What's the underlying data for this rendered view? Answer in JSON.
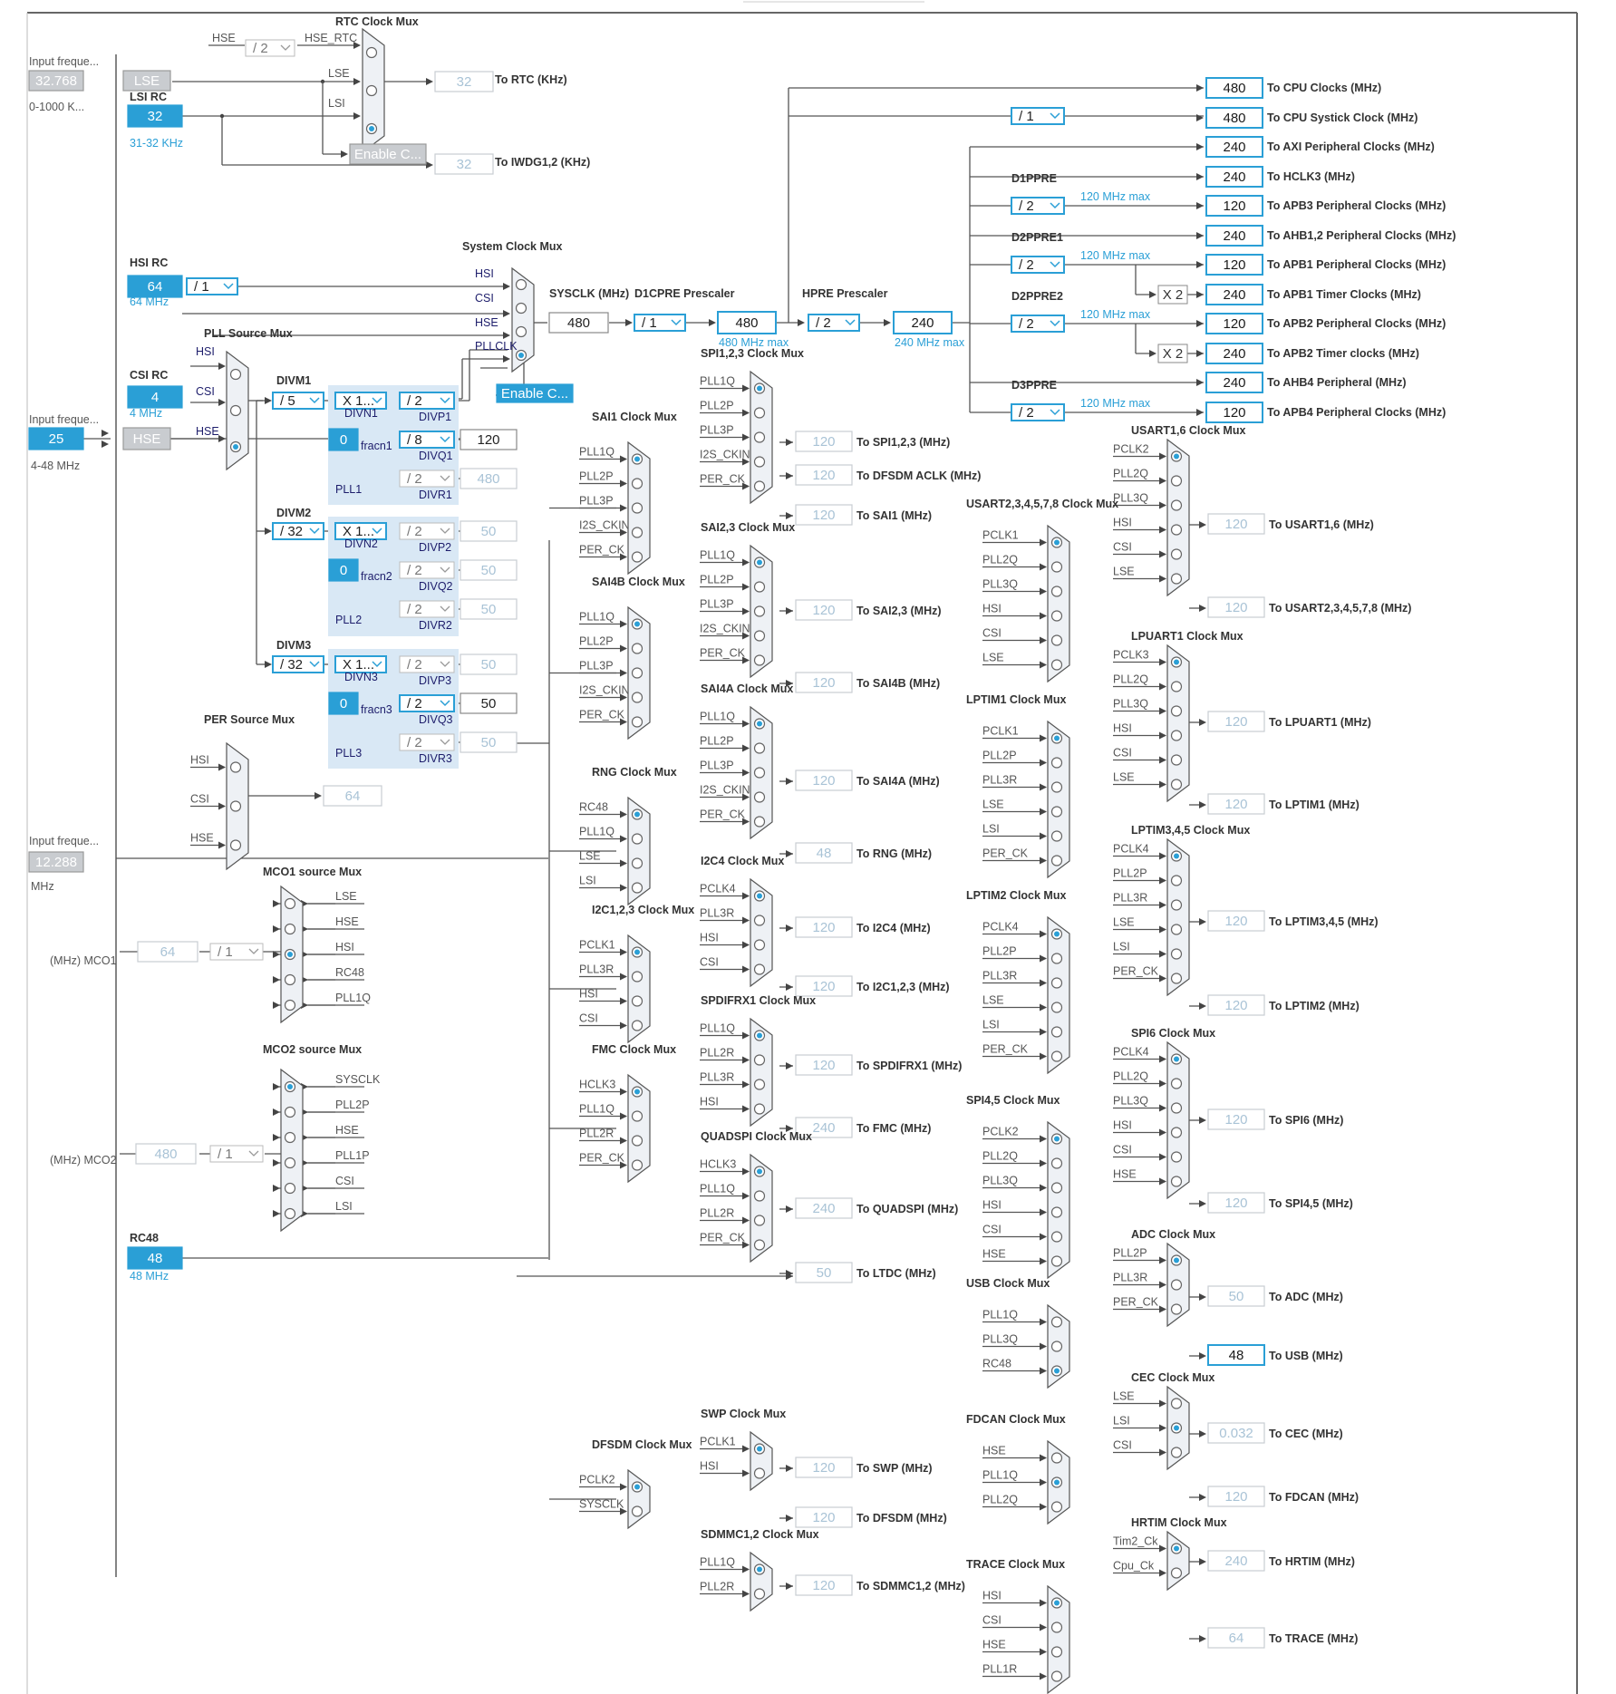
{
  "input_freq": {
    "lse": {
      "label": "Input freque...",
      "value": "32.768",
      "range": "0-1000 K..."
    },
    "hse": {
      "label": "Input freque...",
      "value": "25",
      "range": "4-48 MHz"
    },
    "ext": {
      "label": "Input freque...",
      "value": "12.288",
      "unit": "MHz"
    }
  },
  "osc": {
    "lse": "LSE",
    "lsi": {
      "title": "LSI RC",
      "value": "32",
      "note": "31-32 KHz"
    },
    "hsi": {
      "title": "HSI RC",
      "value": "64",
      "note": "64 MHz",
      "div": "/ 1"
    },
    "csi": {
      "title": "CSI RC",
      "value": "4",
      "note": "4 MHz"
    },
    "hse": "HSE",
    "rc48": {
      "title": "RC48",
      "value": "48",
      "note": "48 MHz"
    }
  },
  "rtc": {
    "title": "RTC Clock Mux",
    "in_hse": "HSE",
    "div": "/ 2",
    "in_hse_rtc": "HSE_RTC",
    "in_lse": "LSE",
    "in_lsi": "LSI",
    "out": "32",
    "dest": "To RTC (KHz)",
    "enable": "Enable C...",
    "iwdg_out": "32",
    "iwdg_dest": "To IWDG1,2 (KHz)"
  },
  "sysmux": {
    "title": "System Clock Mux",
    "inputs": [
      "HSI",
      "CSI",
      "HSE",
      "PLLCLK"
    ],
    "enable": "Enable C..."
  },
  "core": {
    "sysclk_label": "SYSCLK (MHz)",
    "sysclk": "480",
    "d1cpre_label": "D1CPRE Prescaler",
    "d1cpre": "/ 1",
    "d1cpre_out": "480",
    "d1cpre_max": "480 MHz max",
    "hpre_label": "HPRE Prescaler",
    "hpre": "/ 2",
    "hpre_out": "240",
    "hpre_max": "240 MHz max",
    "systick_div": "/ 1"
  },
  "ahb": [
    {
      "value": "480",
      "dest": "To CPU Clocks (MHz)"
    },
    {
      "value": "480",
      "dest": "To CPU Systick Clock (MHz)"
    },
    {
      "value": "240",
      "dest": "To AXI Peripheral Clocks (MHz)"
    },
    {
      "value": "240",
      "dest": "To HCLK3 (MHz)"
    },
    {
      "value": "120",
      "dest": "To APB3 Peripheral Clocks (MHz)"
    },
    {
      "value": "240",
      "dest": "To AHB1,2 Peripheral Clocks (MHz)"
    },
    {
      "value": "120",
      "dest": "To APB1 Peripheral Clocks (MHz)"
    },
    {
      "value": "240",
      "dest": "To APB1 Timer Clocks (MHz)"
    },
    {
      "value": "120",
      "dest": "To APB2 Peripheral Clocks (MHz)"
    },
    {
      "value": "240",
      "dest": "To APB2 Timer clocks (MHz)"
    },
    {
      "value": "240",
      "dest": "To AHB4 Peripheral (MHz)"
    },
    {
      "value": "120",
      "dest": "To APB4 Peripheral Clocks (MHz)"
    }
  ],
  "apb_pres": [
    {
      "label": "D1PPRE",
      "div": "/ 2",
      "max": "120 MHz max"
    },
    {
      "label": "D2PPRE1",
      "div": "/ 2",
      "max": "120 MHz max"
    },
    {
      "label": "D2PPRE2",
      "div": "/ 2",
      "max": "120 MHz max"
    },
    {
      "label": "D3PPRE",
      "div": "/ 2",
      "max": "120 MHz max"
    }
  ],
  "x2": "X 2",
  "pll": {
    "src_title": "PLL Source Mux",
    "src_inputs": [
      "HSI",
      "CSI",
      "HSE"
    ],
    "p1": {
      "divm_label": "DIVM1",
      "divm": "/ 5",
      "mul": "X 1...",
      "divn": "DIVN1",
      "frac": "0",
      "frac_label": "fracn1",
      "name": "PLL1",
      "p": "/ 2",
      "p_lbl": "DIVP1",
      "q": "/ 8",
      "q_lbl": "DIVQ1",
      "q_out": "120",
      "r": "/ 2",
      "r_lbl": "DIVR1",
      "r_out": "480"
    },
    "p2": {
      "divm_label": "DIVM2",
      "divm": "/ 32",
      "mul": "X 1...",
      "divn": "DIVN2",
      "frac": "0",
      "frac_label": "fracn2",
      "name": "PLL2",
      "p": "/ 2",
      "p_lbl": "DIVP2",
      "p_out": "50",
      "q": "/ 2",
      "q_lbl": "DIVQ2",
      "q_out": "50",
      "r": "/ 2",
      "r_lbl": "DIVR2",
      "r_out": "50"
    },
    "p3": {
      "divm_label": "DIVM3",
      "divm": "/ 32",
      "mul": "X 1...",
      "divn": "DIVN3",
      "frac": "0",
      "frac_label": "fracn3",
      "name": "PLL3",
      "p": "/ 2",
      "p_lbl": "DIVP3",
      "p_out": "50",
      "q": "/ 2",
      "q_lbl": "DIVQ3",
      "q_out": "50",
      "r": "/ 2",
      "r_lbl": "DIVR3",
      "r_out": "50"
    }
  },
  "per": {
    "title": "PER Source Mux",
    "inputs": [
      "HSI",
      "CSI",
      "HSE"
    ],
    "out": "64"
  },
  "mco1": {
    "title": "MCO1 source Mux",
    "inputs": [
      "LSE",
      "HSE",
      "HSI",
      "RC48",
      "PLL1Q"
    ],
    "div": "/ 1",
    "out": "64",
    "label": "(MHz) MCO1"
  },
  "mco2": {
    "title": "MCO2 source Mux",
    "inputs": [
      "SYSCLK",
      "PLL2P",
      "HSE",
      "PLL1P",
      "CSI",
      "LSI"
    ],
    "div": "/ 1",
    "out": "480",
    "label": "(MHz) MCO2"
  },
  "mid_muxes": [
    {
      "title": "SAI1 Clock Mux",
      "inputs": [
        "PLL1Q",
        "PLL2P",
        "PLL3P",
        "I2S_CKIN",
        "PER_CK"
      ]
    },
    {
      "title": "SAI4B Clock Mux",
      "inputs": [
        "PLL1Q",
        "PLL2P",
        "PLL3P",
        "I2S_CKIN",
        "PER_CK"
      ]
    },
    {
      "title": "RNG Clock Mux",
      "inputs": [
        "RC48",
        "PLL1Q",
        "LSE",
        "LSI"
      ]
    },
    {
      "title": "I2C1,2,3 Clock Mux",
      "inputs": [
        "PCLK1",
        "PLL3R",
        "HSI",
        "CSI"
      ]
    },
    {
      "title": "FMC Clock Mux",
      "inputs": [
        "HCLK3",
        "PLL1Q",
        "PLL2R",
        "PER_CK"
      ]
    },
    {
      "title": "DFSDM Clock Mux",
      "inputs": [
        "PCLK2",
        "SYSCLK"
      ]
    }
  ],
  "col2_muxes": [
    {
      "title": "SPI1,2,3 Clock Mux",
      "inputs": [
        "PLL1Q",
        "PLL2P",
        "PLL3P",
        "I2S_CKIN",
        "PER_CK"
      ]
    },
    {
      "title": "SAI2,3 Clock Mux",
      "inputs": [
        "PLL1Q",
        "PLL2P",
        "PLL3P",
        "I2S_CKIN",
        "PER_CK"
      ]
    },
    {
      "title": "SAI4A Clock Mux",
      "inputs": [
        "PLL1Q",
        "PLL2P",
        "PLL3P",
        "I2S_CKIN",
        "PER_CK"
      ]
    },
    {
      "title": "I2C4 Clock Mux",
      "inputs": [
        "PCLK4",
        "PLL3R",
        "HSI",
        "CSI"
      ]
    },
    {
      "title": "SPDIFRX1 Clock Mux",
      "inputs": [
        "PLL1Q",
        "PLL2R",
        "PLL3R",
        "HSI"
      ]
    },
    {
      "title": "QUADSPI Clock Mux",
      "inputs": [
        "HCLK3",
        "PLL1Q",
        "PLL2R",
        "PER_CK"
      ]
    },
    {
      "title": "SWP Clock Mux",
      "inputs": [
        "PCLK1",
        "HSI"
      ]
    },
    {
      "title": "SDMMC1,2 Clock Mux",
      "inputs": [
        "PLL1Q",
        "PLL2R"
      ]
    }
  ],
  "col2_outputs": [
    {
      "value": "120",
      "dest": "To SPI1,2,3 (MHz)"
    },
    {
      "value": "120",
      "dest": "To DFSDM ACLK (MHz)"
    },
    {
      "value": "120",
      "dest": "To SAI1 (MHz)"
    },
    {
      "value": "120",
      "dest": "To SAI2,3 (MHz)"
    },
    {
      "value": "120",
      "dest": "To SAI4B (MHz)"
    },
    {
      "value": "120",
      "dest": "To SAI4A (MHz)"
    },
    {
      "value": "48",
      "dest": "To RNG (MHz)"
    },
    {
      "value": "120",
      "dest": "To I2C4 (MHz)"
    },
    {
      "value": "120",
      "dest": "To I2C1,2,3 (MHz)"
    },
    {
      "value": "120",
      "dest": "To SPDIFRX1 (MHz)"
    },
    {
      "value": "240",
      "dest": "To FMC (MHz)"
    },
    {
      "value": "240",
      "dest": "To QUADSPI (MHz)"
    },
    {
      "value": "50",
      "dest": "To LTDC (MHz)"
    },
    {
      "value": "120",
      "dest": "To SWP (MHz)"
    },
    {
      "value": "120",
      "dest": "To DFSDM (MHz)"
    },
    {
      "value": "120",
      "dest": "To SDMMC1,2 (MHz)"
    }
  ],
  "col3_muxes": [
    {
      "title": "USART2,3,4,5,7,8 Clock Mux",
      "inputs": [
        "PCLK1",
        "PLL2Q",
        "PLL3Q",
        "HSI",
        "CSI",
        "LSE"
      ]
    },
    {
      "title": "LPTIM1 Clock Mux",
      "inputs": [
        "PCLK1",
        "PLL2P",
        "PLL3R",
        "LSE",
        "LSI",
        "PER_CK"
      ]
    },
    {
      "title": "LPTIM2 Clock Mux",
      "inputs": [
        "PCLK4",
        "PLL2P",
        "PLL3R",
        "LSE",
        "LSI",
        "PER_CK"
      ]
    },
    {
      "title": "SPI4,5 Clock Mux",
      "inputs": [
        "PCLK2",
        "PLL2Q",
        "PLL3Q",
        "HSI",
        "CSI",
        "HSE"
      ]
    },
    {
      "title": "USB Clock Mux",
      "inputs": [
        "PLL1Q",
        "PLL3Q",
        "RC48"
      ]
    },
    {
      "title": "FDCAN Clock Mux",
      "inputs": [
        "HSE",
        "PLL1Q",
        "PLL2Q"
      ]
    },
    {
      "title": "TRACE Clock Mux",
      "inputs": [
        "HSI",
        "CSI",
        "HSE",
        "PLL1R"
      ]
    }
  ],
  "col4_muxes": [
    {
      "title": "USART1,6 Clock Mux",
      "inputs": [
        "PCLK2",
        "PLL2Q",
        "PLL3Q",
        "HSI",
        "CSI",
        "LSE"
      ]
    },
    {
      "title": "LPUART1 Clock Mux",
      "inputs": [
        "PCLK3",
        "PLL2Q",
        "PLL3Q",
        "HSI",
        "CSI",
        "LSE"
      ]
    },
    {
      "title": "LPTIM3,4,5 Clock Mux",
      "inputs": [
        "PCLK4",
        "PLL2P",
        "PLL3R",
        "LSE",
        "LSI",
        "PER_CK"
      ]
    },
    {
      "title": "SPI6 Clock Mux",
      "inputs": [
        "PCLK4",
        "PLL2Q",
        "PLL3Q",
        "HSI",
        "CSI",
        "HSE"
      ]
    },
    {
      "title": "ADC Clock Mux",
      "inputs": [
        "PLL2P",
        "PLL3R",
        "PER_CK"
      ]
    },
    {
      "title": "CEC Clock Mux",
      "inputs": [
        "LSE",
        "LSI",
        "CSI"
      ]
    },
    {
      "title": "HRTIM Clock Mux",
      "inputs": [
        "Tim2_Ck",
        "Cpu_Ck"
      ]
    }
  ],
  "right_outputs": [
    {
      "value": "120",
      "dest": "To USART1,6 (MHz)"
    },
    {
      "value": "120",
      "dest": "To USART2,3,4,5,7,8 (MHz)"
    },
    {
      "value": "120",
      "dest": "To LPUART1 (MHz)"
    },
    {
      "value": "120",
      "dest": "To LPTIM1 (MHz)"
    },
    {
      "value": "120",
      "dest": "To LPTIM3,4,5 (MHz)"
    },
    {
      "value": "120",
      "dest": "To LPTIM2 (MHz)"
    },
    {
      "value": "120",
      "dest": "To SPI6 (MHz)"
    },
    {
      "value": "120",
      "dest": "To SPI4,5 (MHz)"
    },
    {
      "value": "50",
      "dest": "To ADC (MHz)"
    },
    {
      "value": "48",
      "dest": "To USB (MHz)"
    },
    {
      "value": "0.032",
      "dest": "To CEC (MHz)"
    },
    {
      "value": "120",
      "dest": "To FDCAN (MHz)"
    },
    {
      "value": "240",
      "dest": "To HRTIM (MHz)"
    },
    {
      "value": "64",
      "dest": "To TRACE (MHz)"
    }
  ]
}
